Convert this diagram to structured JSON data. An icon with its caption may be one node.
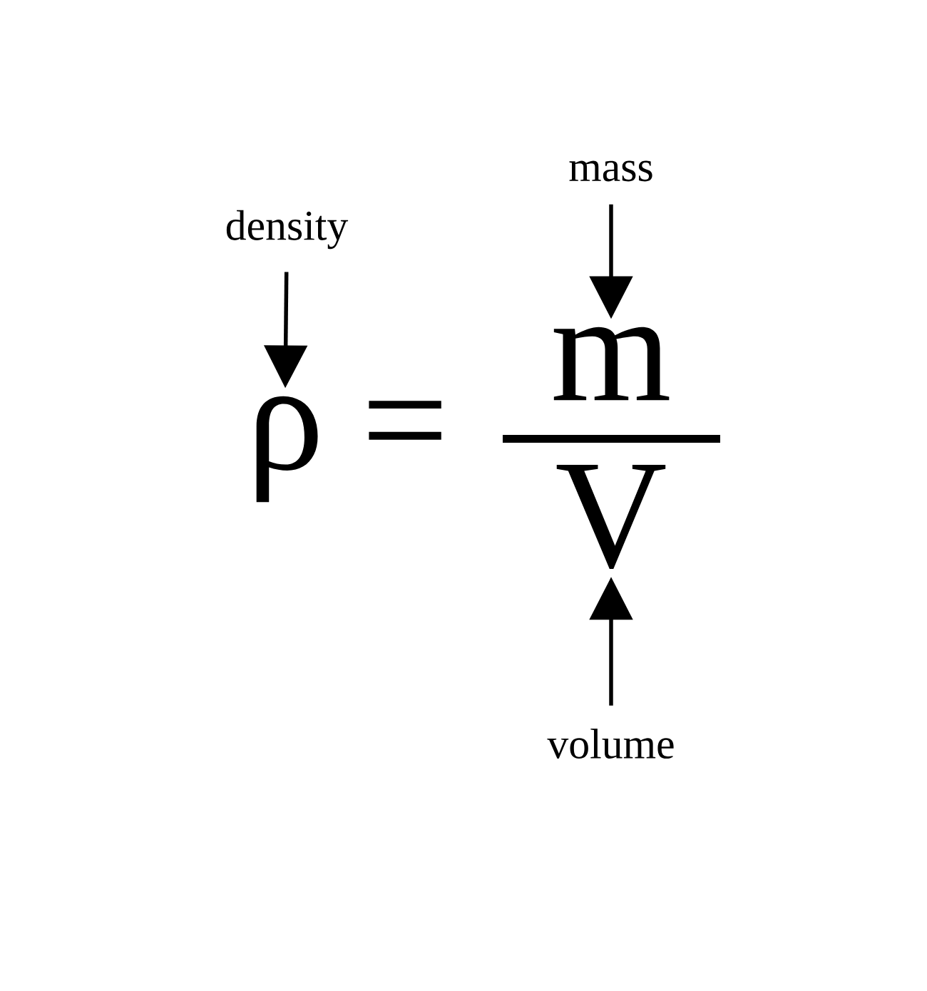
{
  "diagram": {
    "nodes": [
      {
        "text": [
          "density"
        ]
      },
      {
        "text": [
          "ρ"
        ]
      },
      {
        "text": [
          "mass"
        ]
      },
      {
        "text": [
          "m"
        ]
      },
      {
        "text": [
          "V"
        ]
      },
      {
        "text": [
          "volume"
        ]
      }
    ],
    "edges": [
      {
        "from": 0,
        "to": 1,
        "arrow": "to"
      },
      {
        "from": 2,
        "to": 3,
        "arrow": "to"
      },
      {
        "from": 5,
        "to": 4,
        "arrow": "to"
      }
    ],
    "labels": [
      "="
    ]
  }
}
